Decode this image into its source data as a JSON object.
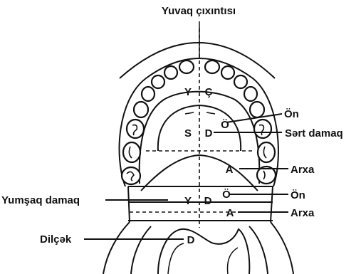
{
  "labels": {
    "top": "Yuvaq çıxıntısı",
    "on_upper": "Ön",
    "sert_damaq": "Sərt damaq",
    "arxa_upper": "Arxa",
    "yumsaq_damaq": "Yumşaq damaq",
    "on_lower": "Ön",
    "arxa_lower": "Arxa",
    "dilcek": "Dilçək"
  },
  "inner_letters": {
    "yc_y": "Y",
    "yc_c": "Ç",
    "upper_o": "Ö",
    "sd_s": "S",
    "sd_d": "D",
    "upper_a": "A",
    "yd_y": "Y",
    "yd_d": "D",
    "lower_o": "Ö",
    "lower_a": "A",
    "uvula_d": "D"
  },
  "colors": {
    "ink": "#111111",
    "background": "#ffffff"
  }
}
